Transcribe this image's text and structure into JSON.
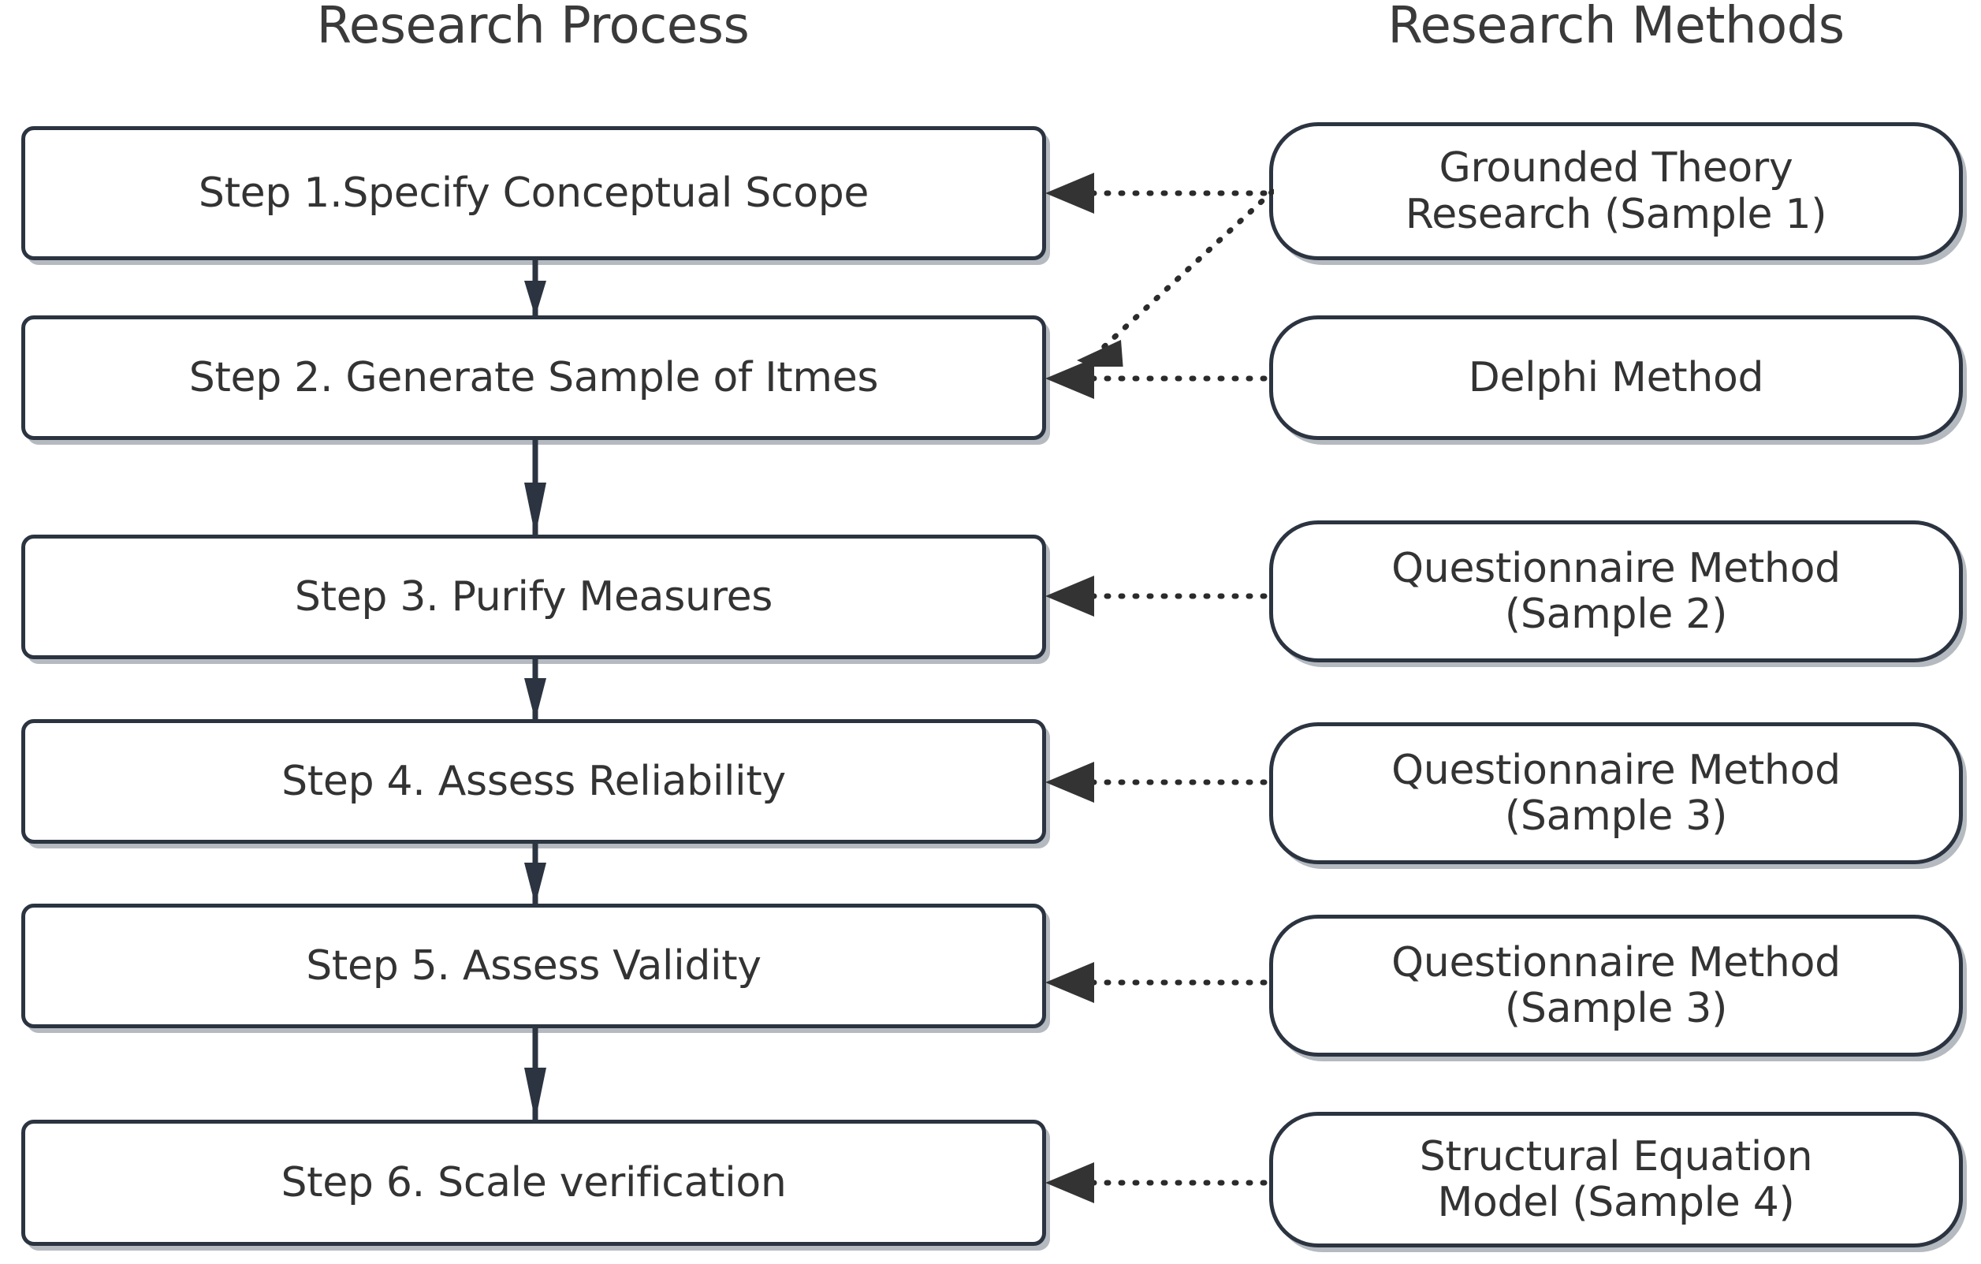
{
  "diagram": {
    "columns": {
      "process_title": "Research Process",
      "methods_title": "Research Methods"
    },
    "process_steps": [
      {
        "label": "Step 1.Specify Conceptual Scope"
      },
      {
        "label": "Step 2. Generate Sample of Itmes"
      },
      {
        "label": "Step 3. Purify Measures"
      },
      {
        "label": "Step 4. Assess Reliability"
      },
      {
        "label": "Step 5. Assess Validity"
      },
      {
        "label": "Step 6. Scale verification"
      }
    ],
    "methods": [
      {
        "label": "Grounded Theory\nResearch  (Sample 1)"
      },
      {
        "label": "Delphi Method"
      },
      {
        "label": "Questionnaire Method\n(Sample 2)"
      },
      {
        "label": "Questionnaire Method\n(Sample 3)"
      },
      {
        "label": "Questionnaire Method\n(Sample 3)"
      },
      {
        "label": "Structural Equation\nModel  (Sample 4)"
      }
    ],
    "colors": {
      "border": "#2b3440",
      "text": "#333333",
      "title_text": "#3a3a3a",
      "connector": "#2b2b2b",
      "background": "#ffffff",
      "shadow": "#78828c"
    },
    "connectors": {
      "flow_arrow_count": 5,
      "method_links": 6,
      "extra_diagonal_link": "Grounded Theory Research (Sample 1) also points to Step 2"
    }
  }
}
